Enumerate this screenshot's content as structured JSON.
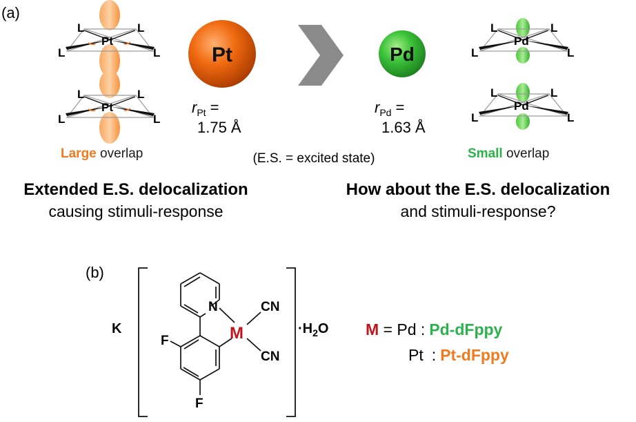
{
  "panel_a": {
    "label": "(a)",
    "pt": {
      "ligand": "L",
      "metal": "Pt",
      "sphere_label": "Pt",
      "radius_symbol": "r",
      "radius_sub": "Pt",
      "radius_eq": "=",
      "radius_value": "1.75 Å",
      "overlap_word": "Large",
      "overlap_rest": " overlap"
    },
    "comparison_symbol": "chevron-greater-than",
    "pd": {
      "ligand": "L",
      "metal": "Pd",
      "sphere_label": "Pd",
      "radius_symbol": "r",
      "radius_sub": "Pd",
      "radius_eq": "=",
      "radius_value": "1.63 Å",
      "overlap_word": "Small",
      "overlap_rest": " overlap"
    },
    "es_note": "(E.S. = excited state)",
    "left_heading": "Extended E.S. delocalization",
    "left_sub": "causing stimuli-response",
    "right_heading": "How about the E.S. delocalization",
    "right_sub": "and stimuli-response?"
  },
  "panel_b": {
    "label": "(b)",
    "counter_ion": "K",
    "nitrogen": "N",
    "metal": "M",
    "cn1": "CN",
    "cn2": "CN",
    "fluorine1": "F",
    "fluorine2": "F",
    "hydrate_dot": "·H",
    "hydrate_sub": "2",
    "hydrate_o": "O",
    "legend_m": "M",
    "legend_eq": " = Pd :",
    "legend_pd_name": "Pd-dFppy",
    "legend_pt": "Pt",
    "legend_colon": ":",
    "legend_pt_name": "Pt-dFppy"
  },
  "colors": {
    "orange": "#f07a1e",
    "orange_light": "#f9a860",
    "green": "#2bb24c",
    "green_light": "#7fd66b",
    "red": "#c0141b",
    "gray": "#8a8a8a",
    "text": "#1a1a1a"
  }
}
